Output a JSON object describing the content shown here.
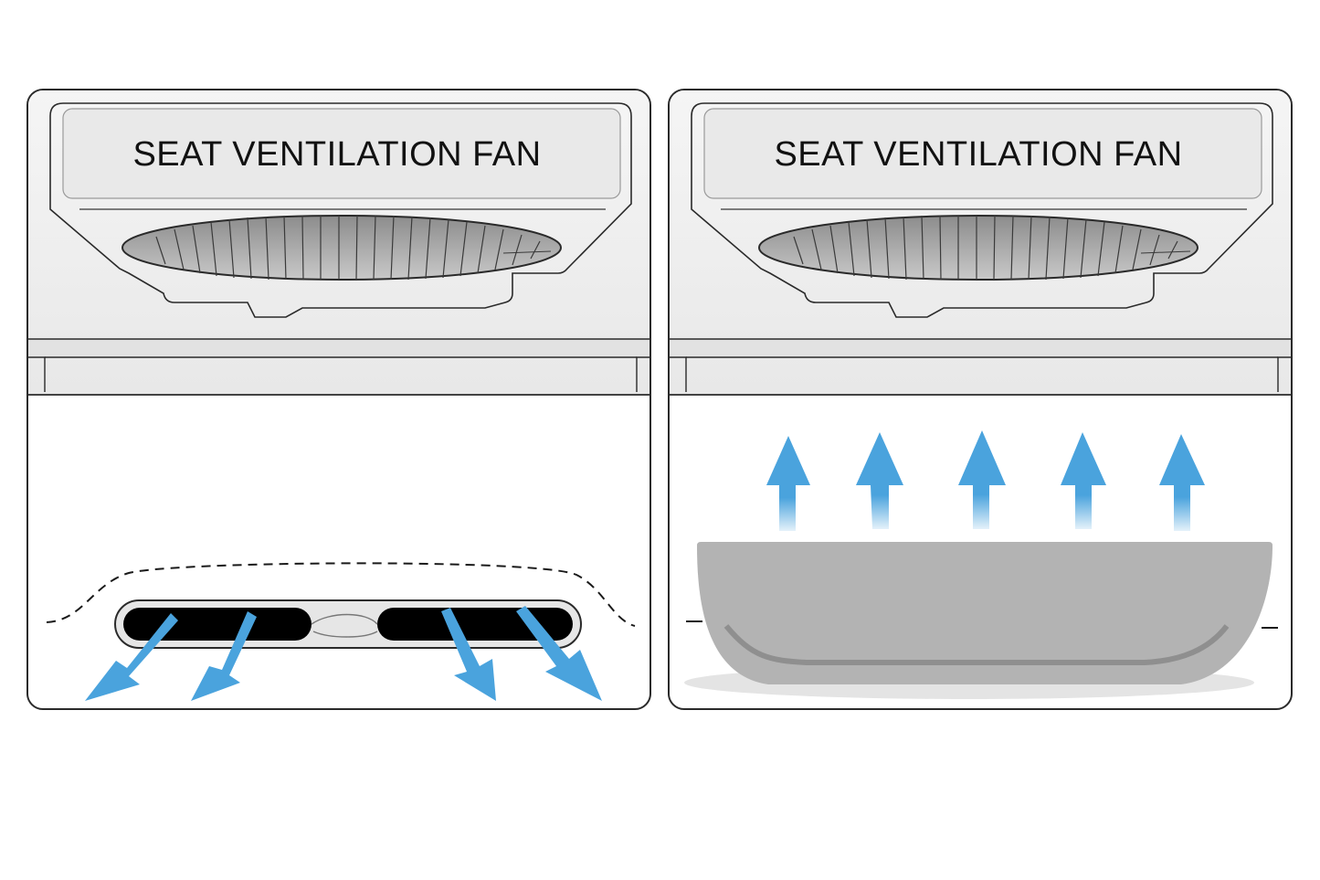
{
  "panels": [
    {
      "id": "left",
      "label": "SEAT VENTILATION FAN",
      "fan_state": "blowing-down-through-vents"
    },
    {
      "id": "right",
      "label": "SEAT VENTILATION FAN",
      "fan_state": "airflow-up-from-cushion"
    }
  ],
  "colors": {
    "housing": "#efefef",
    "outline": "#2a2a2a",
    "grille": "#9a9a9a",
    "airflow_arrow": "#4aa3dd",
    "cushion": "#b3b3b3",
    "vent_slot": "#000000"
  },
  "icons": [
    "fan-grille-icon",
    "airflow-arrow-icon",
    "vent-slot-icon",
    "seat-cushion-icon"
  ]
}
